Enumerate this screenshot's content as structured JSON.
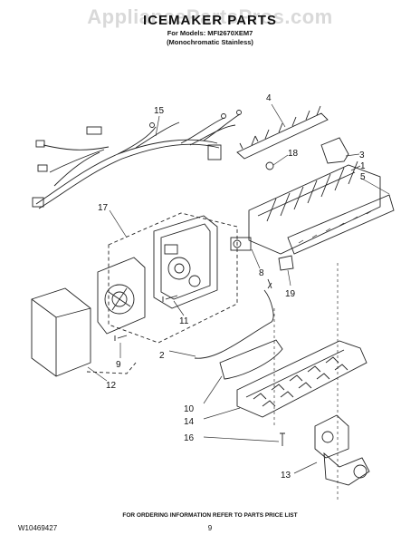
{
  "watermark": "AppliancePartsPros.com",
  "header": {
    "title": "ICEMAKER PARTS",
    "models_line": "For Models: MFI2670XEM7",
    "variant_line": "(Monochromatic Stainless)"
  },
  "callouts": {
    "c1": "1",
    "c2": "2",
    "c3": "3",
    "c4": "4",
    "c5": "5",
    "c8": "8",
    "c9": "9",
    "c10": "10",
    "c11": "11",
    "c12": "12",
    "c13": "13",
    "c14": "14",
    "c15": "15",
    "c16": "16",
    "c17": "17",
    "c18": "18",
    "c19": "19"
  },
  "footer": {
    "ordering_note": "FOR ORDERING INFORMATION REFER TO PARTS PRICE LIST",
    "doc_number": "W10469427",
    "page_number": "9"
  }
}
